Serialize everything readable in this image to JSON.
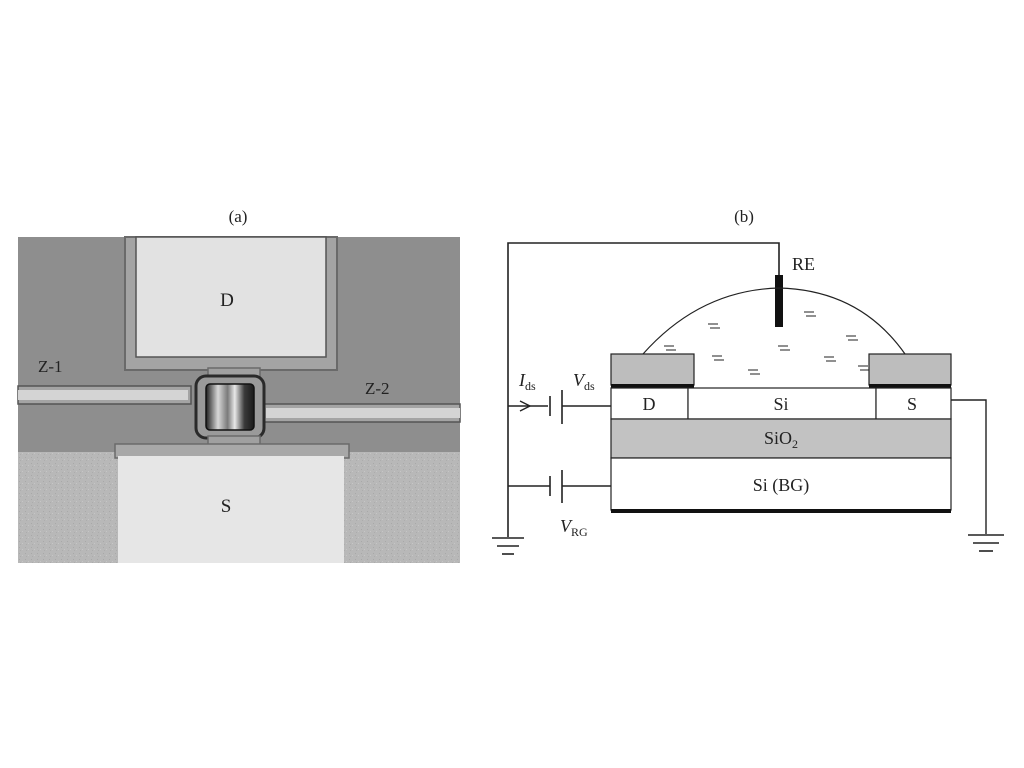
{
  "panel_a": {
    "caption": "(a)",
    "labels": {
      "drain": "D",
      "source": "S",
      "zone1": "Z-1",
      "zone2": "Z-2"
    }
  },
  "panel_b": {
    "caption": "(b)",
    "labels": {
      "reference_electrode": "RE",
      "current": "I",
      "current_sub": "ds",
      "voltage_ds": "V",
      "voltage_ds_sub": "ds",
      "voltage_rg": "V",
      "voltage_rg_sub": "RG",
      "drain": "D",
      "channel": "Si",
      "source": "S",
      "oxide": "SiO",
      "oxide_sub": "2",
      "back_gate": "Si (BG)"
    }
  }
}
